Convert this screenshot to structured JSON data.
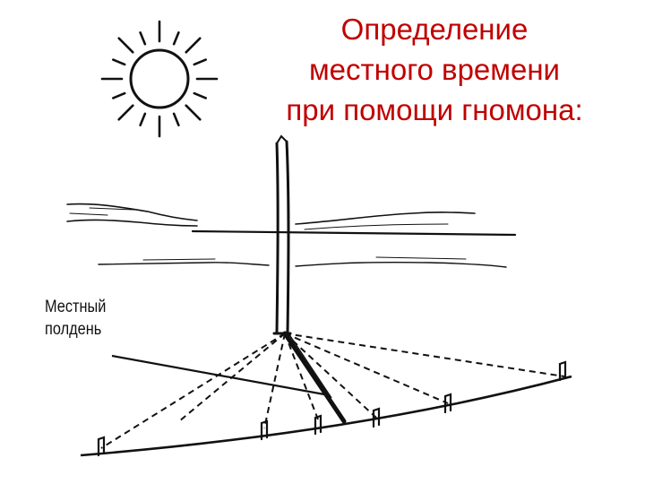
{
  "title": {
    "line1": "Определение",
    "line2": "местного времени",
    "line3": "при помощи гномона:"
  },
  "label": {
    "line1": "Местный",
    "line2": "полдень"
  },
  "colors": {
    "title": "#c00000",
    "ink": "#111111",
    "background": "#ffffff"
  },
  "icons": [
    "sun-icon"
  ]
}
